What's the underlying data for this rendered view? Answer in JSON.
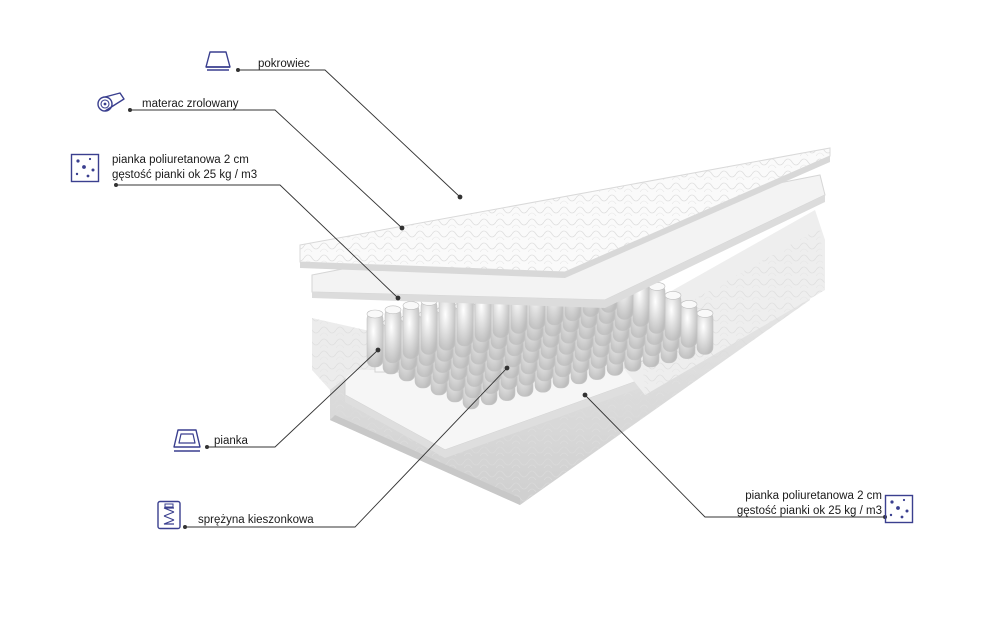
{
  "colors": {
    "icon_stroke": "#3a3f8f",
    "leader_line": "#333333",
    "mattress_light": "#f4f4f4",
    "mattress_shadow": "#cfcfcf"
  },
  "callouts": {
    "cover": {
      "label": "pokrowiec",
      "icon": "cover-icon"
    },
    "rolled": {
      "label": "materac zrolowany",
      "icon": "rolled-mattress-icon"
    },
    "foam_top": {
      "line1": "pianka  poliuretanowa 2 cm",
      "line2": "gęstość pianki ok 25 kg / m3",
      "icon": "foam-density-icon"
    },
    "foam_frame": {
      "label": "pianka",
      "icon": "foam-frame-icon"
    },
    "spring": {
      "label": "sprężyna kieszonkowa",
      "icon": "pocket-spring-icon"
    },
    "foam_bottom": {
      "line1": "pianka  poliuretanowa 2 cm",
      "line2": "gęstość pianki ok 25 kg / m3",
      "icon": "foam-density-icon"
    }
  }
}
